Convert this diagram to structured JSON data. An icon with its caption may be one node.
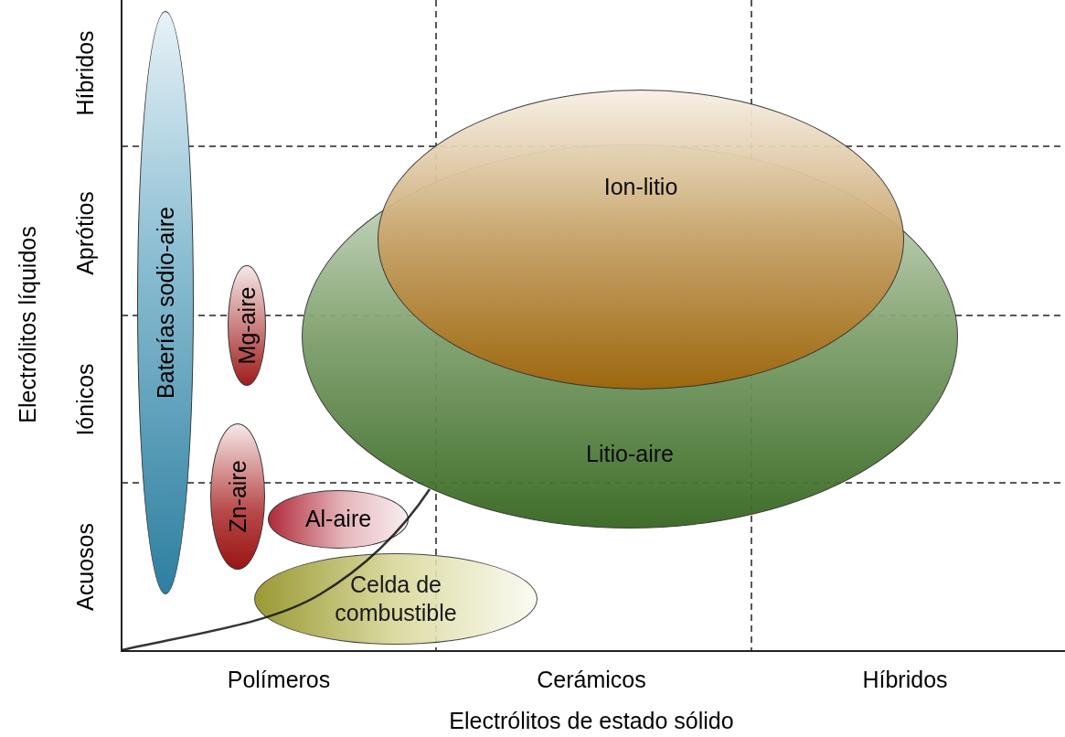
{
  "diagram": {
    "nodes": [
      {
        "text": [
          "Baterías sodio-aire"
        ]
      },
      {
        "text": [
          "Mg-aire"
        ]
      },
      {
        "text": [
          "Ion-litio"
        ]
      },
      {
        "text": [
          "Litio-aire"
        ]
      },
      {
        "text": [
          "Zn-aire"
        ]
      },
      {
        "text": [
          "Al-aire"
        ]
      },
      {
        "text": [
          "Celda de combustible"
        ]
      }
    ],
    "labels": [
      "Electrólitos líquidos",
      "Híbridos",
      "Aprótios",
      "Iónicos",
      "Acuosos",
      "Polímeros",
      "Cerámicos",
      "Híbridos",
      "Electrólitos de estado sólido"
    ]
  }
}
